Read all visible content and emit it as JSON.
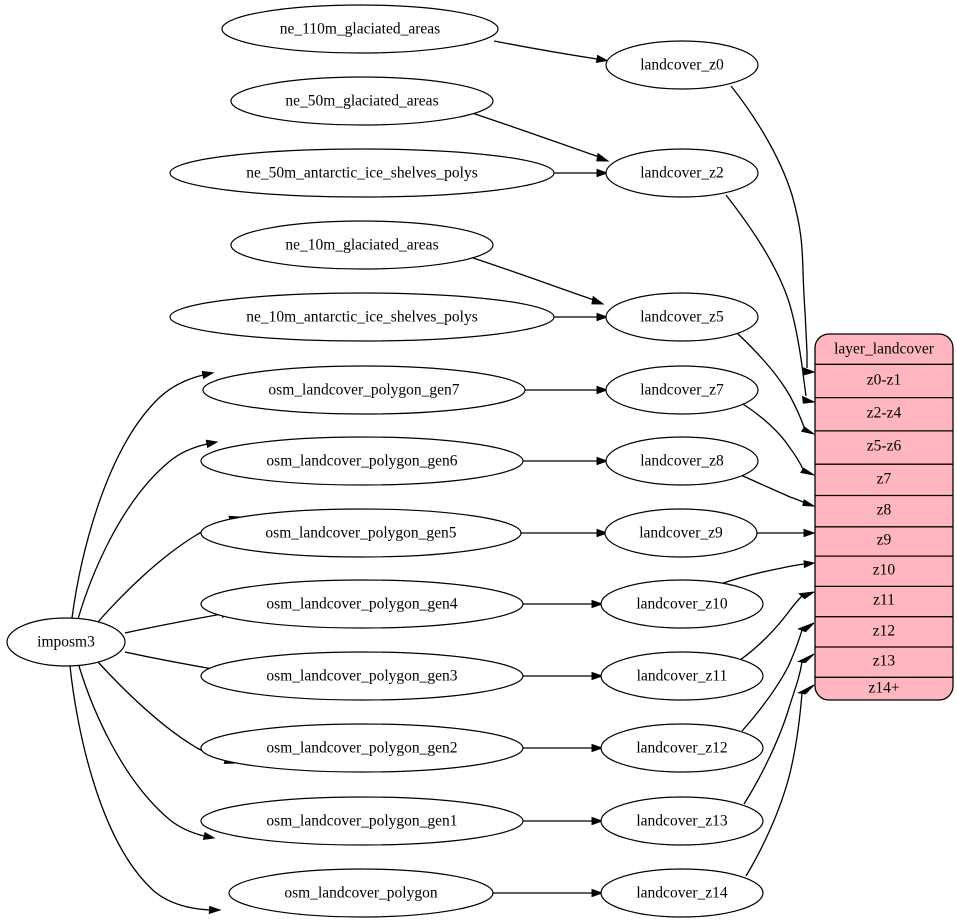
{
  "diagram": {
    "type": "graphviz-digraph",
    "background": "#ffffff",
    "source_node": {
      "id": "imposm3",
      "label": "imposm3"
    },
    "source_tables": [
      {
        "id": "ne_110m_glaciated_areas",
        "label": "ne_110m_glaciated_areas"
      },
      {
        "id": "ne_50m_glaciated_areas",
        "label": "ne_50m_glaciated_areas"
      },
      {
        "id": "ne_50m_antarctic_ice_shelves_polys",
        "label": "ne_50m_antarctic_ice_shelves_polys"
      },
      {
        "id": "ne_10m_glaciated_areas",
        "label": "ne_10m_glaciated_areas"
      },
      {
        "id": "ne_10m_antarctic_ice_shelves_polys",
        "label": "ne_10m_antarctic_ice_shelves_polys"
      },
      {
        "id": "osm_landcover_polygon_gen7",
        "label": "osm_landcover_polygon_gen7"
      },
      {
        "id": "osm_landcover_polygon_gen6",
        "label": "osm_landcover_polygon_gen6"
      },
      {
        "id": "osm_landcover_polygon_gen5",
        "label": "osm_landcover_polygon_gen5"
      },
      {
        "id": "osm_landcover_polygon_gen4",
        "label": "osm_landcover_polygon_gen4"
      },
      {
        "id": "osm_landcover_polygon_gen3",
        "label": "osm_landcover_polygon_gen3"
      },
      {
        "id": "osm_landcover_polygon_gen2",
        "label": "osm_landcover_polygon_gen2"
      },
      {
        "id": "osm_landcover_polygon_gen1",
        "label": "osm_landcover_polygon_gen1"
      },
      {
        "id": "osm_landcover_polygon",
        "label": "osm_landcover_polygon"
      }
    ],
    "landcover_views": [
      {
        "id": "landcover_z0",
        "label": "landcover_z0"
      },
      {
        "id": "landcover_z2",
        "label": "landcover_z2"
      },
      {
        "id": "landcover_z5",
        "label": "landcover_z5"
      },
      {
        "id": "landcover_z7",
        "label": "landcover_z7"
      },
      {
        "id": "landcover_z8",
        "label": "landcover_z8"
      },
      {
        "id": "landcover_z9",
        "label": "landcover_z9"
      },
      {
        "id": "landcover_z10",
        "label": "landcover_z10"
      },
      {
        "id": "landcover_z11",
        "label": "landcover_z11"
      },
      {
        "id": "landcover_z12",
        "label": "landcover_z12"
      },
      {
        "id": "landcover_z13",
        "label": "landcover_z13"
      },
      {
        "id": "landcover_z14",
        "label": "landcover_z14"
      }
    ],
    "layer_record": {
      "fill_color": "#ffb6c1",
      "header": "layer_landcover",
      "rows": [
        {
          "id": "z0-z1",
          "label": "z0-z1"
        },
        {
          "id": "z2-z4",
          "label": "z2-z4"
        },
        {
          "id": "z5-z6",
          "label": "z5-z6"
        },
        {
          "id": "z7",
          "label": "z7"
        },
        {
          "id": "z8",
          "label": "z8"
        },
        {
          "id": "z9",
          "label": "z9"
        },
        {
          "id": "z10",
          "label": "z10"
        },
        {
          "id": "z11",
          "label": "z11"
        },
        {
          "id": "z12",
          "label": "z12"
        },
        {
          "id": "z13",
          "label": "z13"
        },
        {
          "id": "z14+",
          "label": "z14+"
        }
      ]
    },
    "edges": [
      {
        "from": "ne_110m_glaciated_areas",
        "to": "landcover_z0"
      },
      {
        "from": "ne_50m_glaciated_areas",
        "to": "landcover_z2"
      },
      {
        "from": "ne_50m_antarctic_ice_shelves_polys",
        "to": "landcover_z2"
      },
      {
        "from": "ne_10m_glaciated_areas",
        "to": "landcover_z5"
      },
      {
        "from": "ne_10m_antarctic_ice_shelves_polys",
        "to": "landcover_z5"
      },
      {
        "from": "imposm3",
        "to": "osm_landcover_polygon_gen7"
      },
      {
        "from": "imposm3",
        "to": "osm_landcover_polygon_gen6"
      },
      {
        "from": "imposm3",
        "to": "osm_landcover_polygon_gen5"
      },
      {
        "from": "imposm3",
        "to": "osm_landcover_polygon_gen4"
      },
      {
        "from": "imposm3",
        "to": "osm_landcover_polygon_gen3"
      },
      {
        "from": "imposm3",
        "to": "osm_landcover_polygon_gen2"
      },
      {
        "from": "imposm3",
        "to": "osm_landcover_polygon_gen1"
      },
      {
        "from": "imposm3",
        "to": "osm_landcover_polygon"
      },
      {
        "from": "osm_landcover_polygon_gen7",
        "to": "landcover_z7"
      },
      {
        "from": "osm_landcover_polygon_gen6",
        "to": "landcover_z8"
      },
      {
        "from": "osm_landcover_polygon_gen5",
        "to": "landcover_z9"
      },
      {
        "from": "osm_landcover_polygon_gen4",
        "to": "landcover_z10"
      },
      {
        "from": "osm_landcover_polygon_gen3",
        "to": "landcover_z11"
      },
      {
        "from": "osm_landcover_polygon_gen2",
        "to": "landcover_z12"
      },
      {
        "from": "osm_landcover_polygon_gen1",
        "to": "landcover_z13"
      },
      {
        "from": "osm_landcover_polygon",
        "to": "landcover_z14"
      },
      {
        "from": "landcover_z0",
        "to": "z0-z1"
      },
      {
        "from": "landcover_z2",
        "to": "z2-z4"
      },
      {
        "from": "landcover_z5",
        "to": "z5-z6"
      },
      {
        "from": "landcover_z7",
        "to": "z7"
      },
      {
        "from": "landcover_z8",
        "to": "z8"
      },
      {
        "from": "landcover_z9",
        "to": "z9"
      },
      {
        "from": "landcover_z10",
        "to": "z10"
      },
      {
        "from": "landcover_z11",
        "to": "z11"
      },
      {
        "from": "landcover_z12",
        "to": "z12"
      },
      {
        "from": "landcover_z13",
        "to": "z13"
      },
      {
        "from": "landcover_z14",
        "to": "z14+"
      }
    ]
  }
}
